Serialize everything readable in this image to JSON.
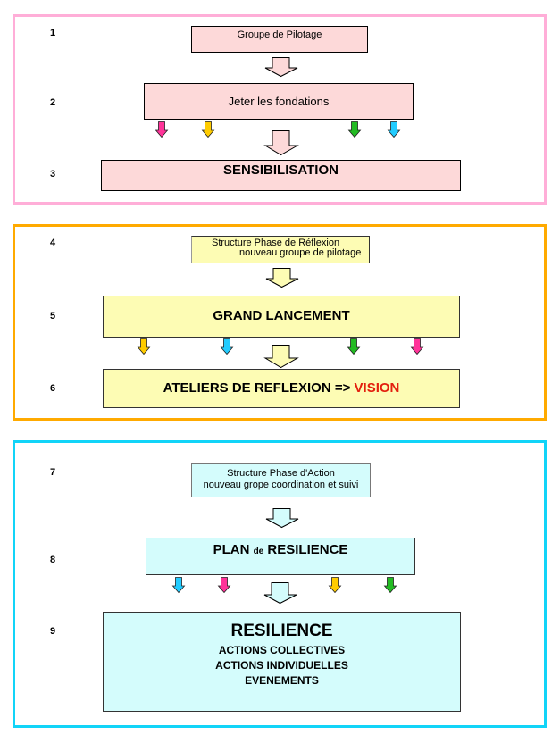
{
  "sections": [
    {
      "name": "phase-sensibilisation",
      "frame_color": "#ffaed8",
      "steps": [
        {
          "number": "1",
          "label": "Groupe de Pilotage"
        },
        {
          "number": "2",
          "label": "Jeter les fondations"
        },
        {
          "number": "3",
          "label": "SENSIBILISATION"
        }
      ],
      "arrow_colors": [
        "#ff3399",
        "#ffcc00",
        "#22bb22",
        "#22ccff"
      ],
      "box_color": "#fdd9d9"
    },
    {
      "name": "phase-reflexion",
      "frame_color": "#ffaa00",
      "steps": [
        {
          "number": "4",
          "label_line1": "Structure Phase de Réflexion",
          "label_line2": "nouveau groupe de pilotage"
        },
        {
          "number": "5",
          "label": "GRAND LANCEMENT"
        },
        {
          "number": "6",
          "label_prefix": "ATELIERS DE REFLEXION => ",
          "label_highlight": "VISION"
        }
      ],
      "arrow_colors": [
        "#ffcc00",
        "#22ccff",
        "#22bb22",
        "#ff3399"
      ],
      "box_color": "#fdfcb4",
      "highlight_color": "#e3200e"
    },
    {
      "name": "phase-action",
      "frame_color": "#11d4f8",
      "steps": [
        {
          "number": "7",
          "label_line1": "Structure Phase d'Action",
          "label_line2": "nouveau grope coordination et suivi"
        },
        {
          "number": "8",
          "label_part1": "PLAN ",
          "label_small": "de",
          "label_part2": " RESILIENCE"
        },
        {
          "number": "9",
          "title": "RESILIENCE",
          "lines": [
            "ACTIONS COLLECTIVES",
            "ACTIONS INDIVIDUELLES",
            "EVENEMENTS"
          ]
        }
      ],
      "arrow_colors": [
        "#22ccff",
        "#ff3399",
        "#ffcc00",
        "#22bb22"
      ],
      "box_color": "#d4fcfc"
    }
  ]
}
